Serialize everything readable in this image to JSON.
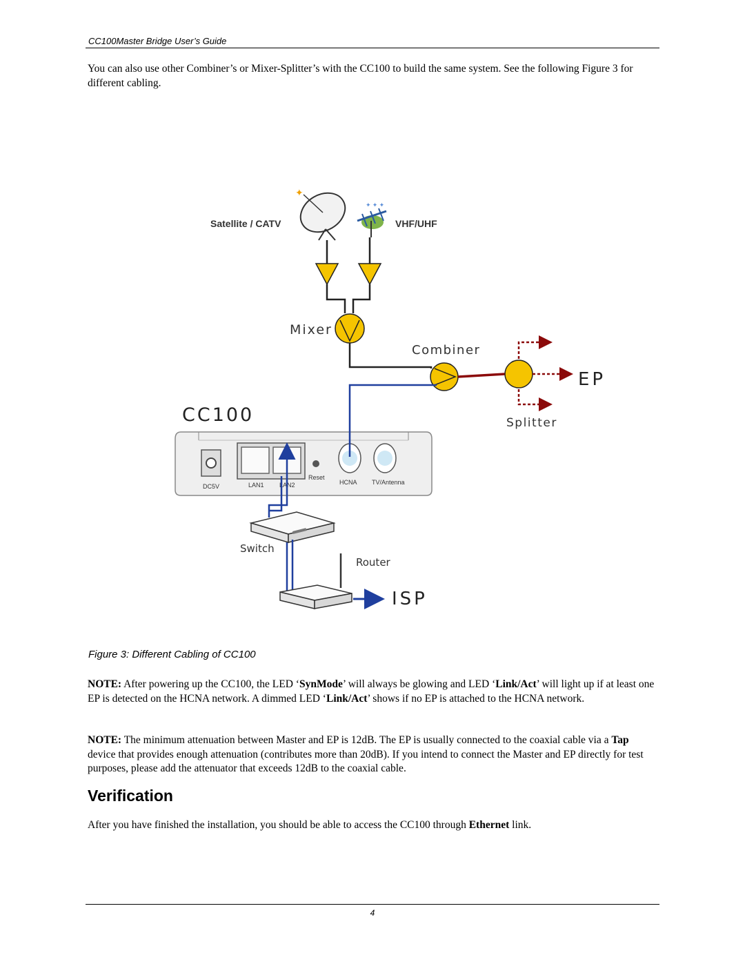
{
  "header": {
    "title": "CC100Master Bridge User’s Guide"
  },
  "intro": {
    "text": "You can also use other Combiner’s or Mixer-Splitter’s with the CC100 to build the same system. See the following Figure 3 for different cabling."
  },
  "figure": {
    "labels": {
      "satellite": "Satellite / CATV",
      "vhf": "VHF/UHF",
      "mixer": "Mixer",
      "combiner": "Combiner",
      "ep": "EP",
      "splitter": "Splitter",
      "cc100": "CC100",
      "dc5v": "DC5V",
      "lan1": "LAN1",
      "lan2": "LAN2",
      "reset": "Reset",
      "hcna": "HCNA",
      "tv_antenna": "TV/Antenna",
      "switch": "Switch",
      "router": "Router",
      "isp": "ISP"
    },
    "caption": "Figure 3: Different Cabling of CC100"
  },
  "note1": {
    "label": "NOTE:",
    "t1": " After powering up the CC100, the LED ‘",
    "b1": "SynMode",
    "t2": "’ will always be glowing and LED ‘",
    "b2": "Link/Act",
    "t3": "’ will light up if at least one EP is detected on the HCNA network. A dimmed LED ‘",
    "b3": "Link/Act",
    "t4": "’ shows if no EP is attached to the HCNA network."
  },
  "note2": {
    "label": "NOTE:",
    "t1": " The minimum attenuation between Master and EP is 12dB.  The EP is usually connected to the coaxial cable via a ",
    "b1": "Tap",
    "t2": " device that provides enough attenuation (contributes more than 20dB). If you intend to connect the Master and EP directly for test purposes, please add the attenuator that exceeds 12dB to the coaxial cable."
  },
  "section": {
    "title": "Verification",
    "t1": "After you have finished the installation, you should be able to access the CC100 through ",
    "b1": "Ethernet",
    "t2": " link."
  },
  "footer": {
    "page_number": "4"
  },
  "colors": {
    "amplifier": "#f5c400",
    "outline": "#222222",
    "blue_line": "#1f3f9e",
    "red_line": "#8b0a0a"
  }
}
